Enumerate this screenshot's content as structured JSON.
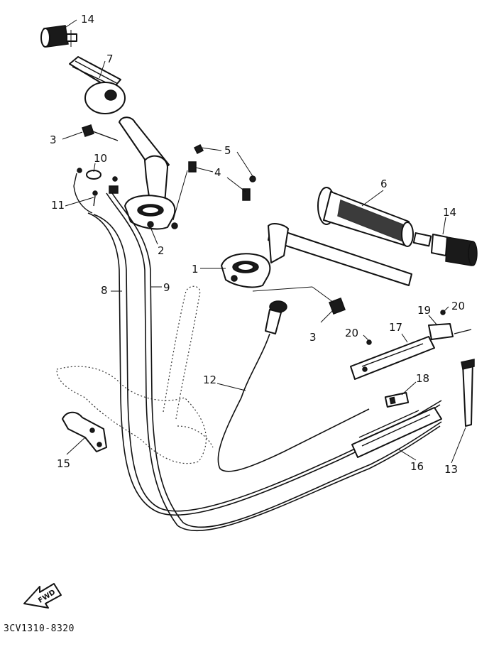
{
  "callouts": {
    "c14a": "14",
    "c7": "7",
    "c3a": "3",
    "c10": "10",
    "c11": "11",
    "c5": "5",
    "c4": "4",
    "c2": "2",
    "c6": "6",
    "c14b": "14",
    "c1": "1",
    "c8": "8",
    "c9": "9",
    "c3b": "3",
    "c19": "19",
    "c20a": "20",
    "c20b": "20",
    "c17": "17",
    "c12": "12",
    "c18": "18",
    "c15": "15",
    "c16": "16",
    "c13": "13"
  },
  "fwd_label": "FWD",
  "diagram_code": "3CV1310-8320"
}
